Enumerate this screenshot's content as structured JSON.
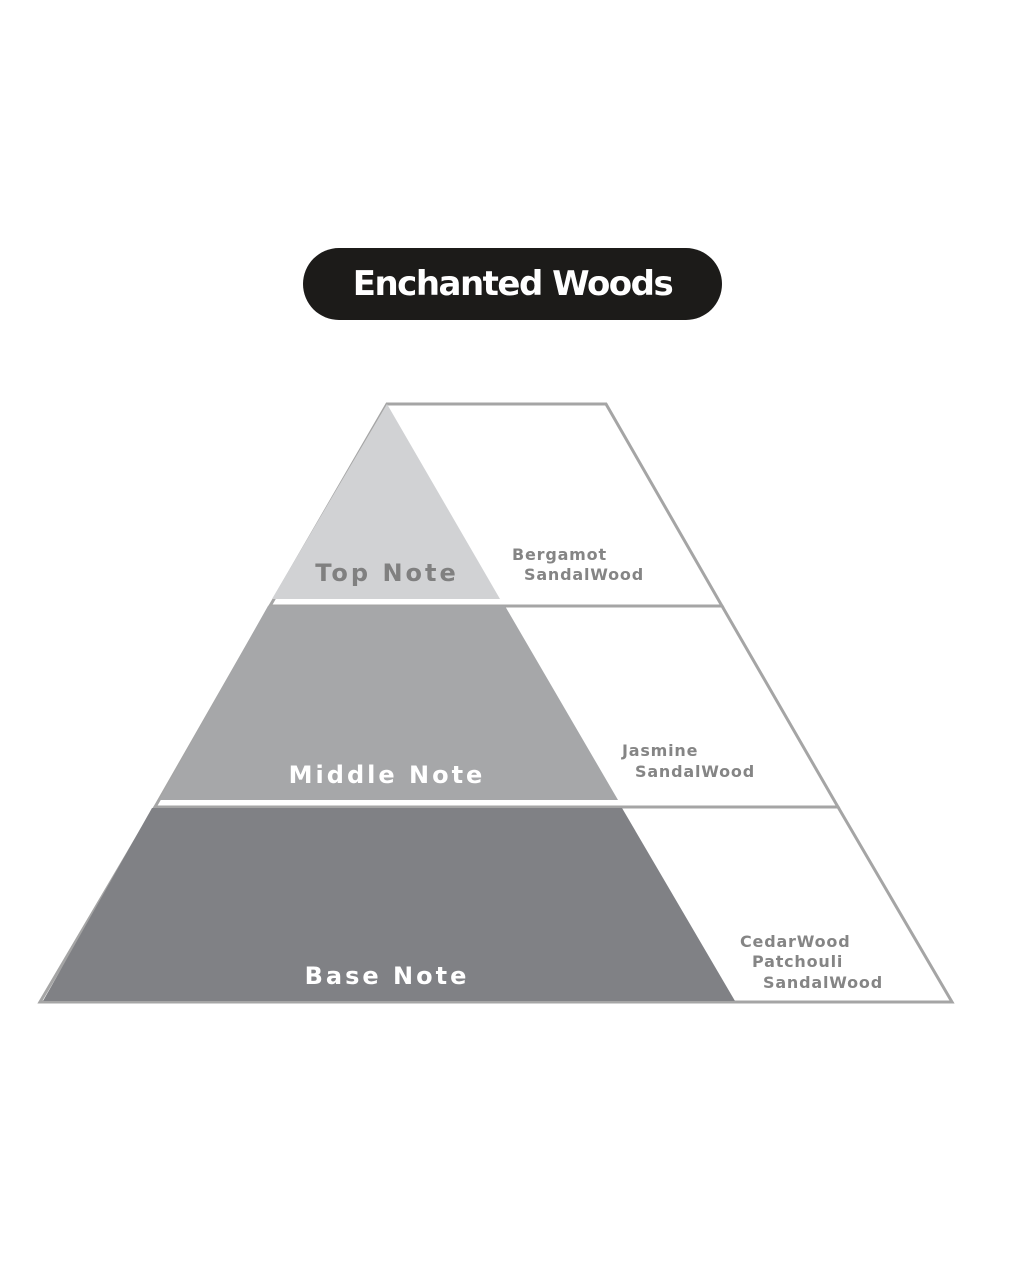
{
  "title": "Enchanted Woods",
  "tiers": [
    {
      "label": "Top Note",
      "ingredients": [
        "Bergamot",
        "SandalWood"
      ]
    },
    {
      "label": "Middle Note",
      "ingredients": [
        "Jasmine",
        "SandalWood"
      ]
    },
    {
      "label": "Base Note",
      "ingredients": [
        "CedarWood",
        "Patchouli",
        "SandalWood"
      ]
    }
  ],
  "colors": {
    "title_bg": "#1c1b19",
    "top_fill": "#d1d2d4",
    "middle_fill": "#a6a7a9",
    "base_fill": "#808185",
    "outline": "#a5a5a5",
    "top_label": "#808080",
    "light_label": "#ffffff",
    "ingredient_text": "#858585"
  }
}
